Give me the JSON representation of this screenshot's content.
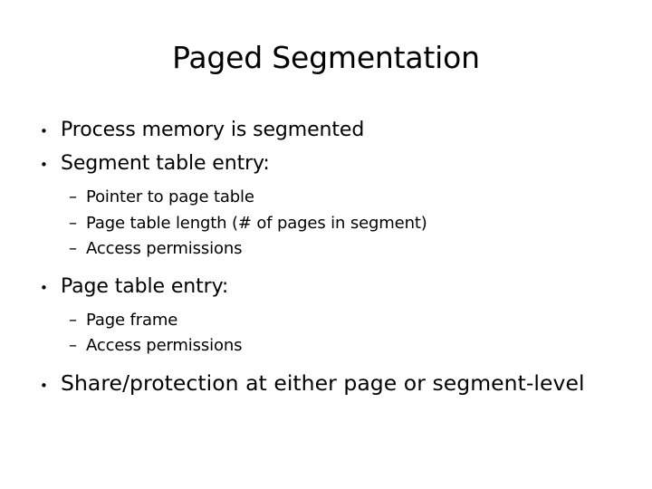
{
  "slide": {
    "title": "Paged Segmentation",
    "background_color": "#ffffff",
    "text_color": "#000000",
    "bullet_marker": "•",
    "sub_bullet_marker": "–",
    "content": [
      {
        "level": 1,
        "text": "Process memory is segmented"
      },
      {
        "level": 1,
        "text": "Segment table entry:"
      },
      {
        "level": 2,
        "text": "Pointer to page table"
      },
      {
        "level": 2,
        "text": "Page table length (# of pages in segment)"
      },
      {
        "level": 2,
        "text": "Access permissions"
      },
      {
        "level": 1,
        "text": "Page table entry:"
      },
      {
        "level": 2,
        "text": "Page frame"
      },
      {
        "level": 2,
        "text": "Access permissions"
      },
      {
        "level": 1,
        "text": "Share/protection at either page or segment-level"
      }
    ]
  }
}
